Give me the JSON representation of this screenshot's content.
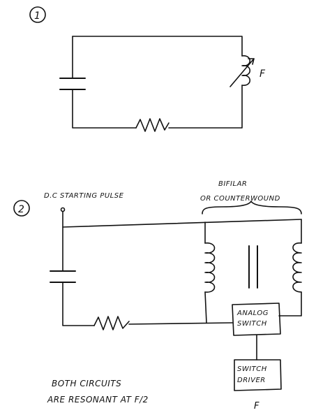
{
  "diagram": {
    "circuit1": {
      "number": "1",
      "inductor_label": "F"
    },
    "circuit2": {
      "number": "2",
      "pulse_label": "D.C STARTING PULSE",
      "bifilar_label_line1": "BIFILAR",
      "bifilar_label_line2": "OR COUNTERWOUND",
      "analog_switch_line1": "ANALOG",
      "analog_switch_line2": "SWITCH",
      "switch_driver_line1": "SWITCH",
      "switch_driver_line2": "DRIVER",
      "driver_freq_label": "F"
    },
    "note_line1": "BOTH CIRCUITS",
    "note_line2": "ARE RESONANT AT F/2"
  }
}
